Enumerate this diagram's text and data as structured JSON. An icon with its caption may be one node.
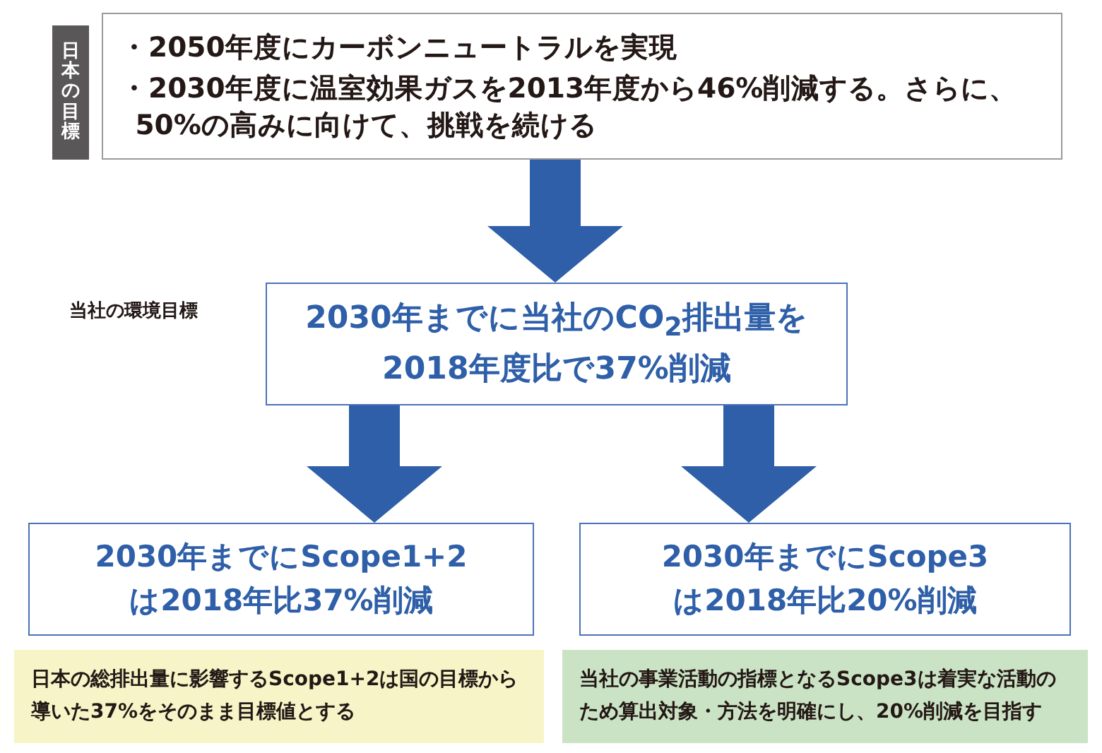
{
  "diagram": {
    "nodes": [
      {
        "text": [
          "日本の目標"
        ]
      },
      {
        "text": [
          "・2050年度にカーボンニュートラルを実現",
          "・2030年度に温室効果ガスを2013年度から46%削減する。さらに、50%の高みに向けて、挑戦を続ける"
        ]
      },
      {
        "text": [
          "2030年までに当社のCO$_{2}$排出量を2018年度比で37%削減"
        ],
        "beside": [
          "当社の環境目標"
        ]
      },
      {
        "text": [
          "2030年までにScope1+2は2018年比37%削減"
        ]
      },
      {
        "text": [
          "2030年までにScope3は2018年比20%削減"
        ]
      },
      {
        "text": [
          "日本の総排出量に影響するScope1+2は国の目標から導いた37%をそのまま目標値とする"
        ]
      },
      {
        "text": [
          "当社の事業活動の指標となるScope3は着実な活動のため算出対象・方法を明確にし、20%削減を目指す"
        ]
      }
    ],
    "edges": [
      {
        "from": 1,
        "to": 2,
        "arrow": "to"
      },
      {
        "from": 2,
        "to": 3,
        "arrow": "to"
      },
      {
        "from": 2,
        "to": 4,
        "arrow": "to"
      }
    ]
  }
}
